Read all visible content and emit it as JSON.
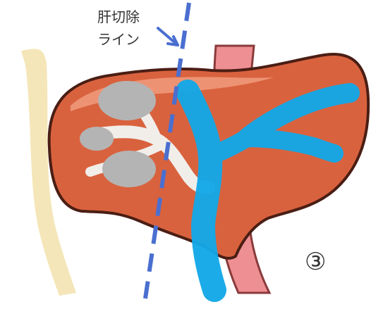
{
  "labels": {
    "cut_line_line1": "肝切除",
    "cut_line_line2": "ライン",
    "step_marker": "③"
  },
  "colors": {
    "liver_fill": "#d9623e",
    "liver_outline": "#4a1e14",
    "liver_highlight": "#f3a487",
    "vein_blue": "#13a8e8",
    "portal_white": "#f1eeea",
    "tumor_gray": "#b4b4b4",
    "ivc_pink": "#ee8f93",
    "ivc_outline": "#8a3a3a",
    "diaphragm_beige": "#f4e6b8",
    "cut_line_blue": "#4a6fd0"
  },
  "icons": {
    "arrow": "arrow-down-right-icon"
  }
}
